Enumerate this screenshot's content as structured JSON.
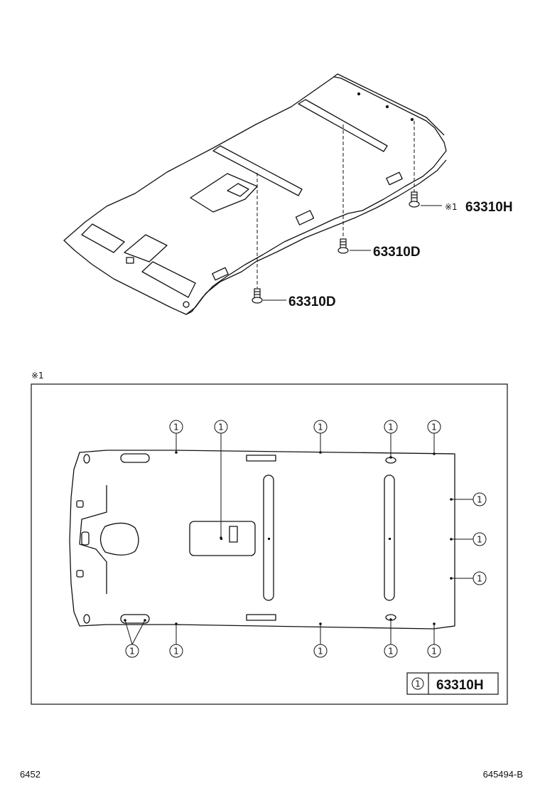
{
  "top_view": {
    "labels": [
      {
        "id": "clip-rear",
        "ref": "※1",
        "part": "63310H"
      },
      {
        "id": "clip-middle",
        "ref": "",
        "part": "63310D"
      },
      {
        "id": "clip-front",
        "ref": "",
        "part": "63310D"
      }
    ]
  },
  "detail": {
    "ref_mark": "※1",
    "callout_number": "1",
    "legend": {
      "number": "1",
      "part": "63310H"
    }
  },
  "footer": {
    "page_number": "6452",
    "figure_code": "645494-B"
  }
}
